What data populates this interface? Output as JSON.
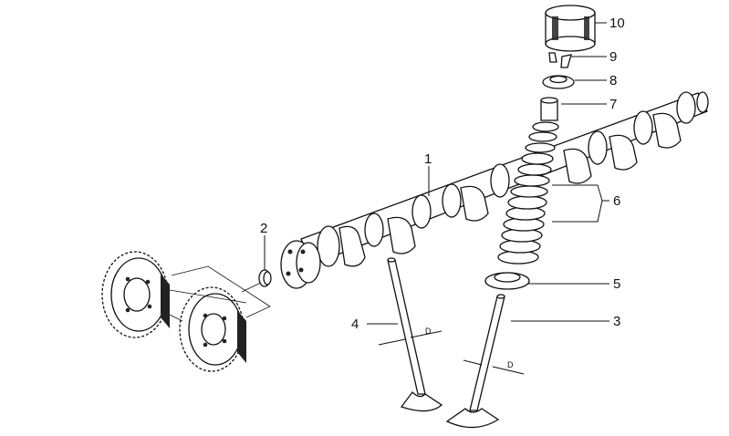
{
  "callouts": [
    {
      "id": "1",
      "label": "1"
    },
    {
      "id": "2",
      "label": "2"
    },
    {
      "id": "3",
      "label": "3"
    },
    {
      "id": "4",
      "label": "4"
    },
    {
      "id": "5",
      "label": "5"
    },
    {
      "id": "6",
      "label": "6"
    },
    {
      "id": "7",
      "label": "7"
    },
    {
      "id": "8",
      "label": "8"
    },
    {
      "id": "9",
      "label": "9"
    },
    {
      "id": "10",
      "label": "10"
    }
  ],
  "dimensions": {
    "exhaust_valve_d": "D",
    "intake_valve_d": "D"
  }
}
